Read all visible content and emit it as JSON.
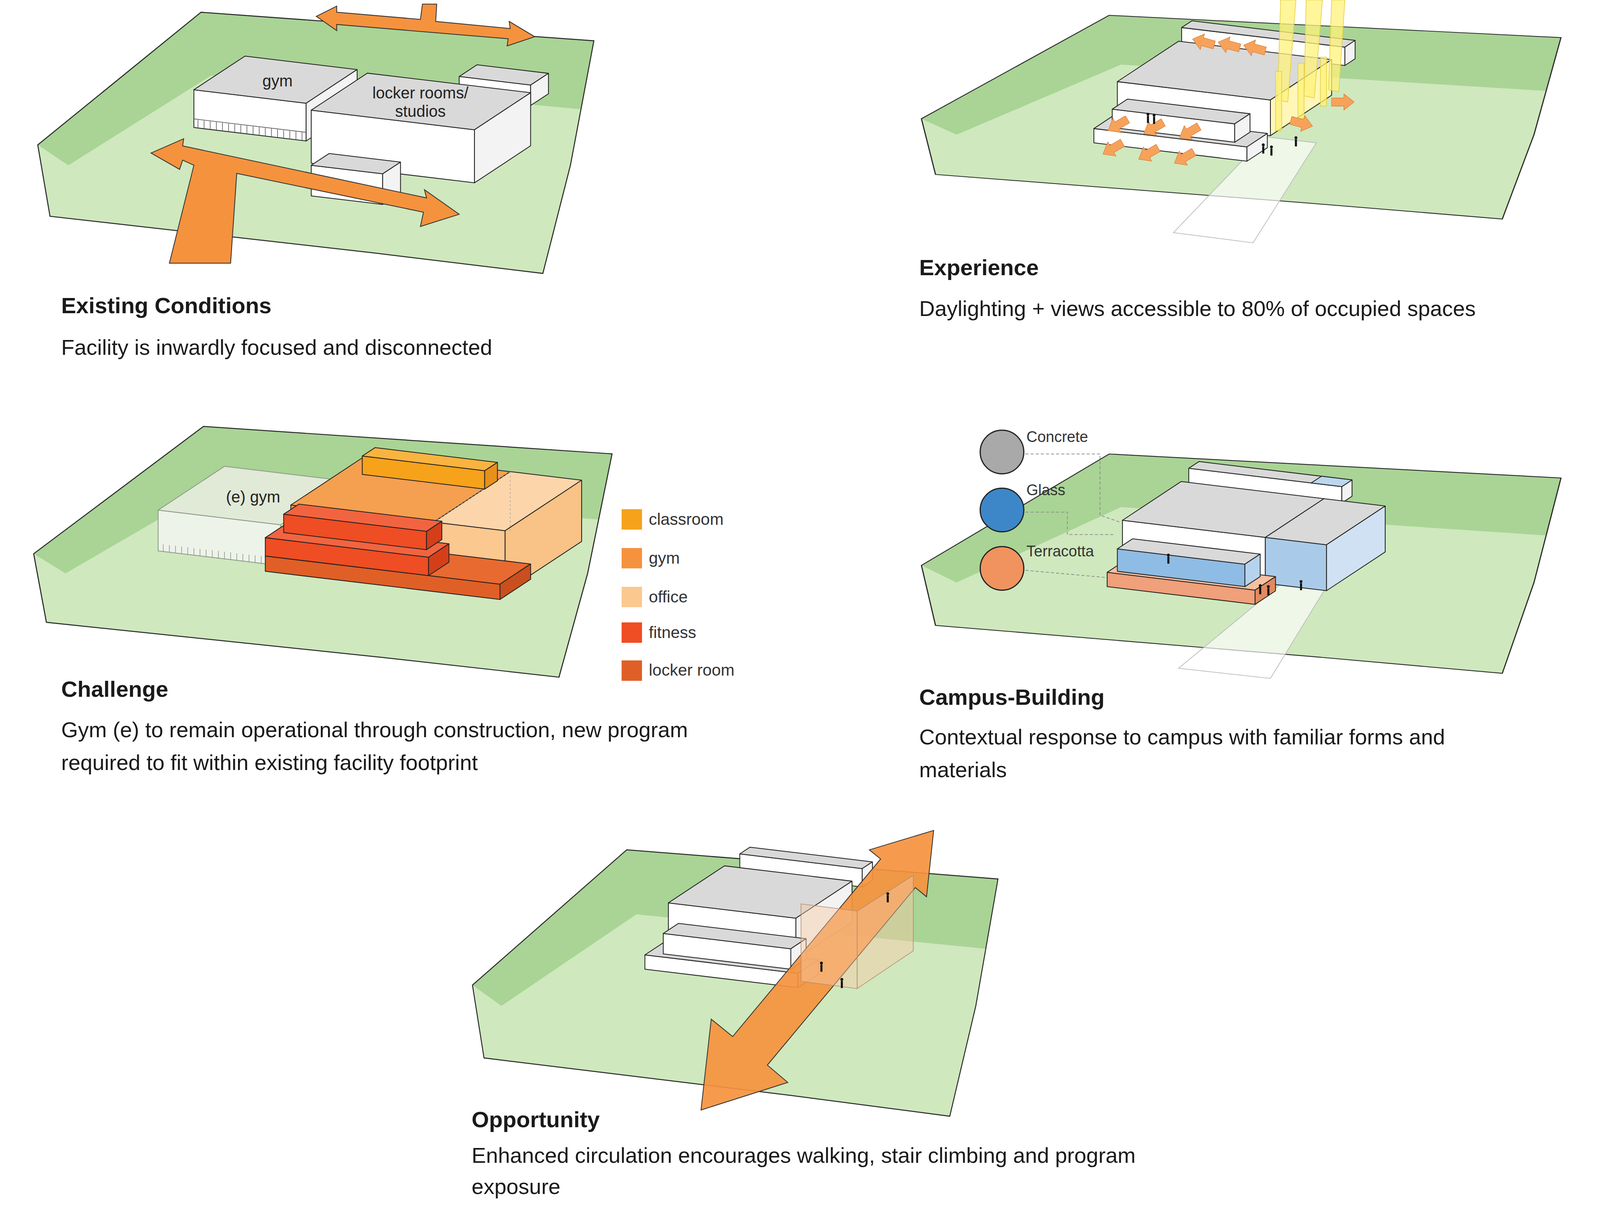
{
  "diagram": {
    "nodes": [
      {
        "text": [
          "gym"
        ]
      },
      {
        "text": [
          "locker rooms/ studios"
        ]
      },
      {
        "text": [
          "(e) gym"
        ]
      }
    ],
    "labels": [
      "Existing Conditions",
      "Facility is inwardly focused and disconnected",
      "Experience",
      "Daylighting + views accessible to 80% of occupied spaces",
      "Challenge",
      "Gym (e) to remain operational through construction, new program required to fit within existing facility footprint",
      "Campus-Building",
      "Contextual response to campus with familiar forms and materials",
      "Opportunity",
      "Enhanced circulation encourages walking, stair climbing and program exposure"
    ],
    "legend": [
      {
        "text": "classroom",
        "color": "#f7a21b"
      },
      {
        "text": "gym",
        "color": "#f5923e"
      },
      {
        "text": "office",
        "color": "#fbc890"
      },
      {
        "text": "fitness",
        "color": "#ef4d23"
      },
      {
        "text": "locker room",
        "color": "#e05f27"
      },
      {
        "text": "Concrete",
        "color": "#a9a9a9"
      },
      {
        "text": "Glass",
        "color": "#3d87c9"
      },
      {
        "text": "Terracotta",
        "color": "#f0935f"
      }
    ]
  }
}
